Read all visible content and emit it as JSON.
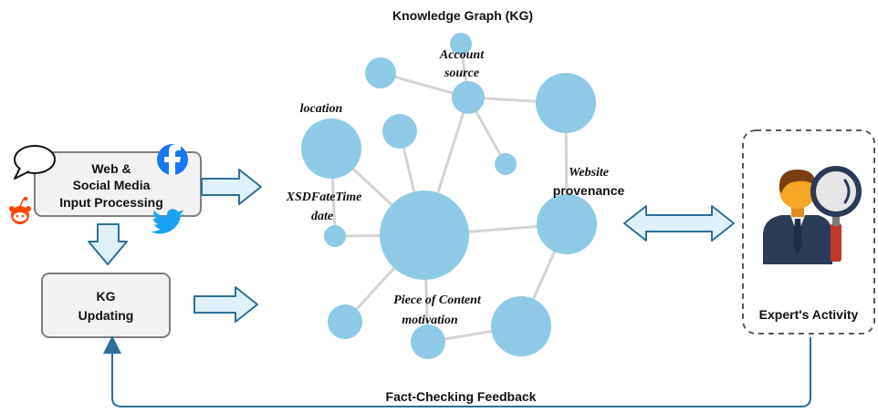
{
  "title": "Knowledge Graph (KG)",
  "input_box": {
    "lines": [
      "Web &",
      "Social Media",
      "Input Processing"
    ]
  },
  "kg_box": {
    "lines": [
      "KG",
      "Updating"
    ]
  },
  "expert_label": "Expert's Activity",
  "feedback_label": "Fact-Checking Feedback",
  "node_labels": {
    "account": [
      "Account",
      "source"
    ],
    "location": "location",
    "website": "Website",
    "provenance": "provenance",
    "xsd": [
      "XSDFateTime",
      "date"
    ],
    "content": [
      "Piece of Content",
      "motivation"
    ]
  },
  "icons": [
    "speech-bubble-icon",
    "facebook-icon",
    "reddit-icon",
    "twitter-icon",
    "expert-person-icon",
    "magnifier-icon"
  ],
  "colors": {
    "node": "#8ecae6",
    "edge": "#d3d3d3",
    "arrow_fill": "#dff0fb",
    "arrow_stroke": "#2e6f96",
    "feedback_line": "#2e6f96",
    "box_fill": "#f2f2f2",
    "box_stroke": "#7f7f7f",
    "facebook": "#1877f2",
    "twitter": "#1da1f2",
    "reddit": "#ff4500",
    "skin": "#f5a623",
    "suit": "#2b3a55"
  }
}
